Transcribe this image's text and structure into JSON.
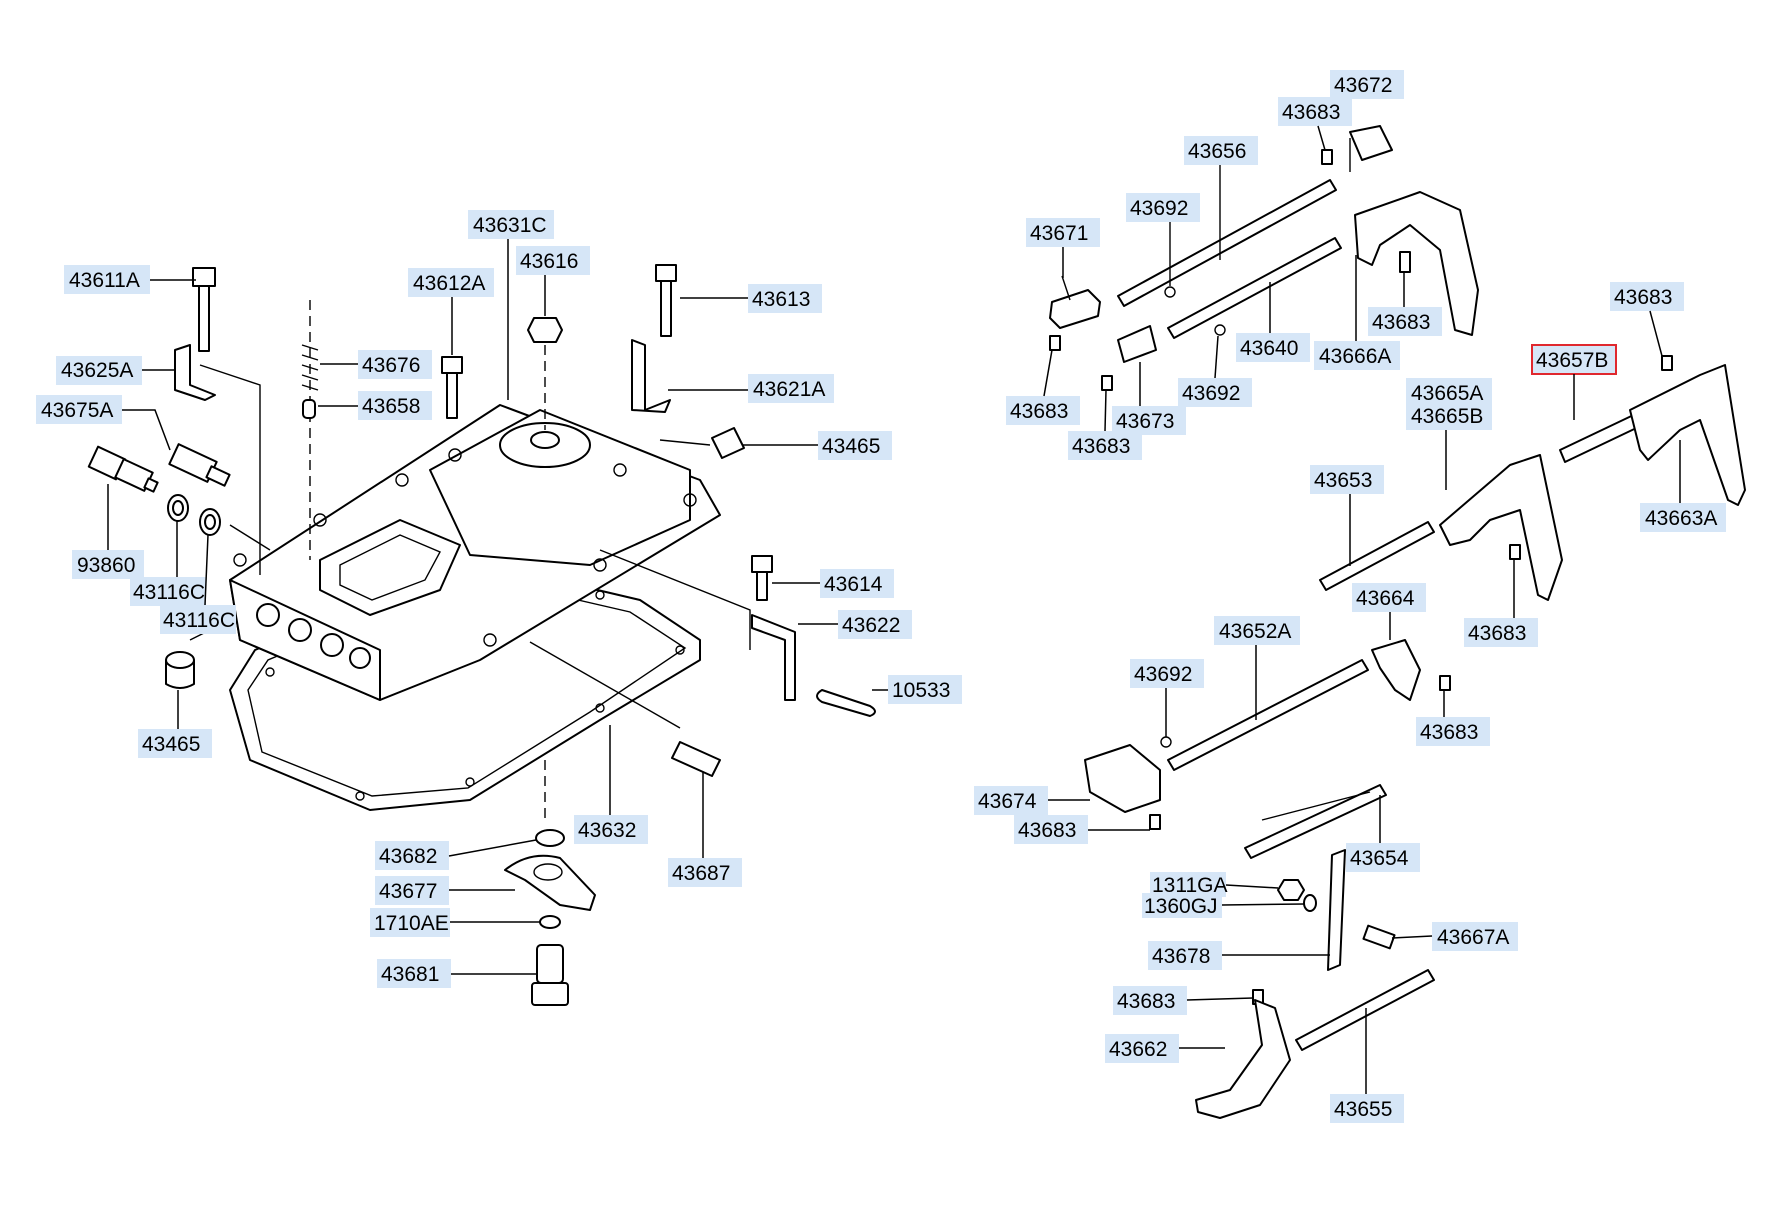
{
  "highlight_color": "#d6e6f7",
  "selected_color": "#e0282e",
  "labels": {
    "p43611A": "43611A",
    "p43625A": "43625A",
    "p43675A": "43675A",
    "p93860": "93860",
    "p43116C_1": "43116C",
    "p43116C_2": "43116C",
    "p43465_left": "43465",
    "p43631C": "43631C",
    "p43616": "43616",
    "p43612A": "43612A",
    "p43613": "43613",
    "p43676": "43676",
    "p43658": "43658",
    "p43621A": "43621A",
    "p43465_right": "43465",
    "p43614": "43614",
    "p43622": "43622",
    "p10533": "10533",
    "p43632": "43632",
    "p43687": "43687",
    "p43682": "43682",
    "p43677": "43677",
    "p1710AE": "1710AE",
    "p43681": "43681",
    "p43672": "43672",
    "p43683_a": "43683",
    "p43656": "43656",
    "p43692_a": "43692",
    "p43671": "43671",
    "p43683_b": "43683",
    "p43640": "43640",
    "p43666A": "43666A",
    "p43683_c": "43683",
    "p43673": "43673",
    "p43692_b": "43692",
    "p43683_d": "43683",
    "p43683_e": "43683",
    "p43657B": "43657B",
    "p43665A": "43665A",
    "p43665B": "43665B",
    "p43653": "43653",
    "p43663A": "43663A",
    "p43683_f": "43683",
    "p43664": "43664",
    "p43652A": "43652A",
    "p43692_c": "43692",
    "p43683_g": "43683",
    "p43674": "43674",
    "p43683_h": "43683",
    "p43654": "43654",
    "p1311GA": "1311GA",
    "p1360GJ": "1360GJ",
    "p43667A": "43667A",
    "p43678": "43678",
    "p43683_i": "43683",
    "p43662": "43662",
    "p43655": "43655"
  }
}
